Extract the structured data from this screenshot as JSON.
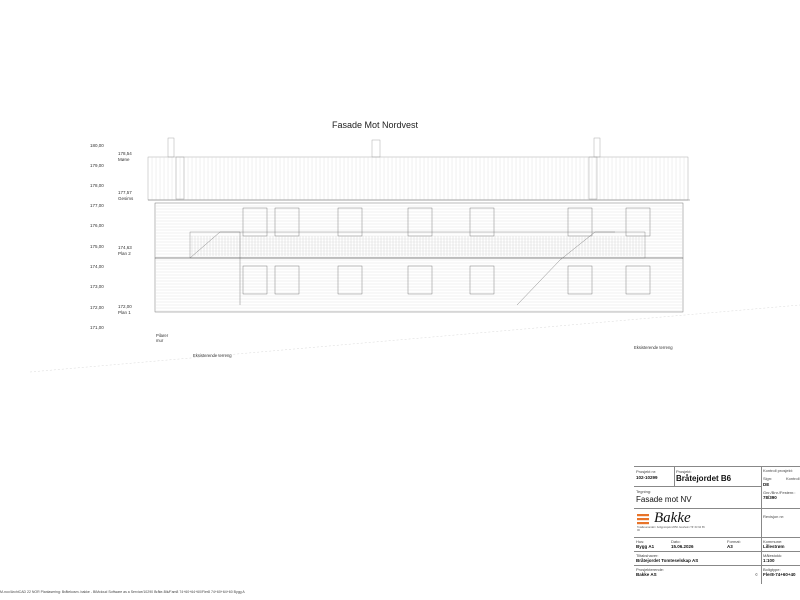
{
  "drawing": {
    "title": "Fasade Mot Nordvest",
    "levels": [
      "180,00",
      "179,00",
      "178,00",
      "177,00",
      "176,00",
      "175,00",
      "174,00",
      "173,00",
      "172,00",
      "171,00"
    ],
    "annotations": [
      {
        "value": "178,54",
        "name": "Møne"
      },
      {
        "value": "177,57",
        "name": "Gesims"
      },
      {
        "value": "174,63",
        "name": "Plan 2"
      },
      {
        "value": "172,00",
        "name": "Plan 1"
      }
    ],
    "notes": {
      "pillars": "Pilarer",
      "wall": "mur",
      "terrain_left": "Eksisterende terreng",
      "terrain_right": "Eksisterende terreng"
    }
  },
  "title_block": {
    "project_no_label": "Prosjekt nr:",
    "project_no": "102-10299",
    "project_label": "Prosjekt:",
    "project": "Bråtejordet B6",
    "control_label": "Kontroll prosjekt:",
    "sign_label": "Sign:",
    "control_label2": "Kontroll",
    "sign_value": "DE",
    "drawing_label": "Tegning:",
    "drawing": "Fasade mot NV",
    "gnr_label": "Gnr./Bnr./Festenr.:",
    "gnr": "78/390",
    "company": "Bakke",
    "company_address": "Totalleverandør i boligprosjekt  2050 Jessheim  Tlf: 63 94 65 00",
    "revision_label": "Revisjon nr:",
    "house_label": "Hus:",
    "house": "Bygg A1",
    "date_label": "Dato:",
    "date": "15.06.2026",
    "format_label": "Format:",
    "format": "A3",
    "municipality_label": "Kommune:",
    "municipality": "Lillestrøm",
    "client_label": "Tiltakshaver:",
    "client": "Bråtejordet Tomteselskap AS",
    "scale_label": "Målestokk:",
    "scale": "1:100",
    "developer_label": "Prosjekterende:",
    "developer": "Bakke AS",
    "copyright": "©",
    "house_type_label": "Boligtype:",
    "house_type": "Fler8-74+60+40"
  },
  "footer_text": "M-nov/ArchiCAD 22 NOR    Planlasering: Bråtekosm. bakke - BiMcloud Software as a Service/10290 Bråte-Blk/Fam8 74+60+64+60/Fler8 74+60+64+60 Bygg A",
  "colors": {
    "line": "#555555",
    "light": "#b8b8b8",
    "brand": "#e8742a"
  },
  "icons": [
    "bakke-logo-icon"
  ]
}
